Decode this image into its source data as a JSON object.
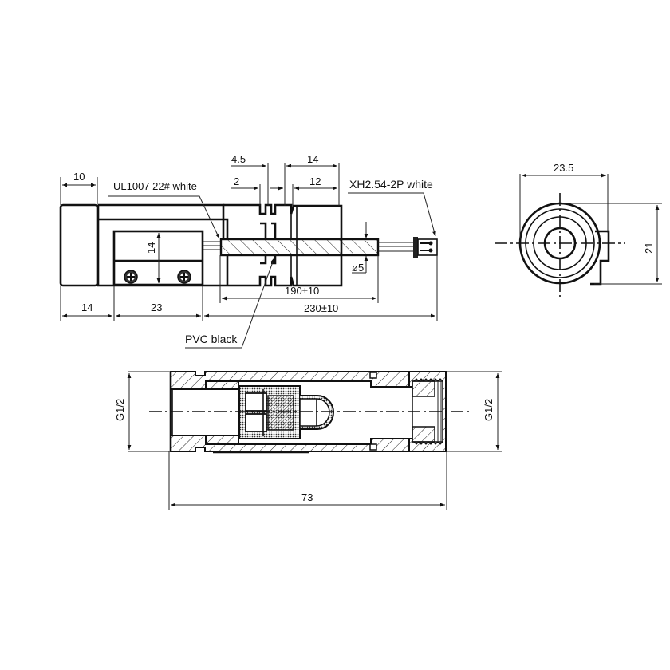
{
  "drawing": {
    "side_view": {
      "dimensions": {
        "width_10": "10",
        "groove_4_5": "4.5",
        "groove_2": "2",
        "nut_14": "14",
        "nut_12": "12",
        "block_height_14": "14",
        "offset_14": "14",
        "block_23": "23",
        "cable_190": "190±10",
        "total_230": "230±10",
        "diameter": "ø5"
      },
      "callouts": {
        "wire": "UL1007 22# white",
        "connector": "XH2.54-2P white",
        "sheath": "PVC black"
      }
    },
    "end_view": {
      "dimensions": {
        "width": "23.5",
        "height": "21"
      }
    },
    "section_view": {
      "dimensions": {
        "thread_left": "G1/2",
        "thread_right": "G1/2",
        "length": "73"
      }
    }
  }
}
